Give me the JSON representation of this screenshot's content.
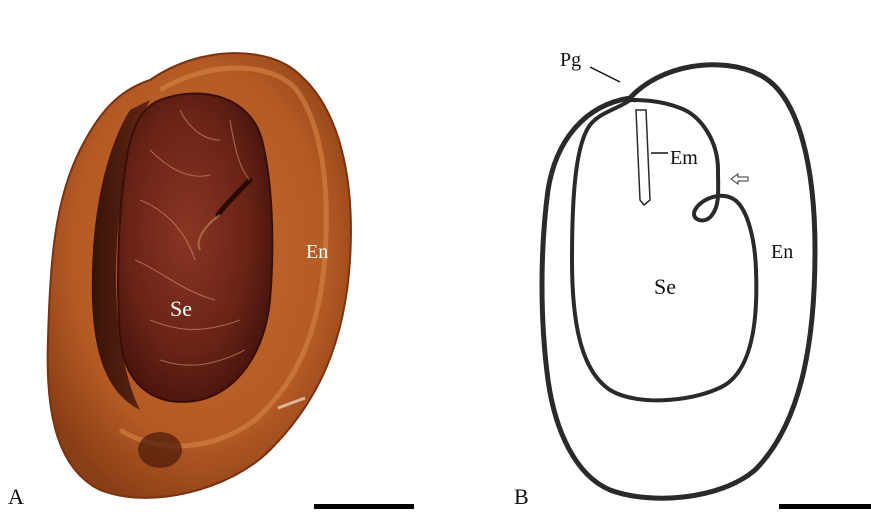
{
  "panels": {
    "a": {
      "letter": "A",
      "labels": {
        "seed": "Se",
        "endocarp": "En"
      }
    },
    "b": {
      "letter": "B",
      "labels": {
        "pore_germination": "Pg",
        "embryo": "Em",
        "seed": "Se",
        "endocarp": "En"
      }
    }
  },
  "colors": {
    "photo_outer": "#b05a28",
    "photo_rim": "#d47a3a",
    "photo_inner": "#5a1a10",
    "photo_seed": "#7a2a1e",
    "drawing_stroke": "#111111"
  }
}
